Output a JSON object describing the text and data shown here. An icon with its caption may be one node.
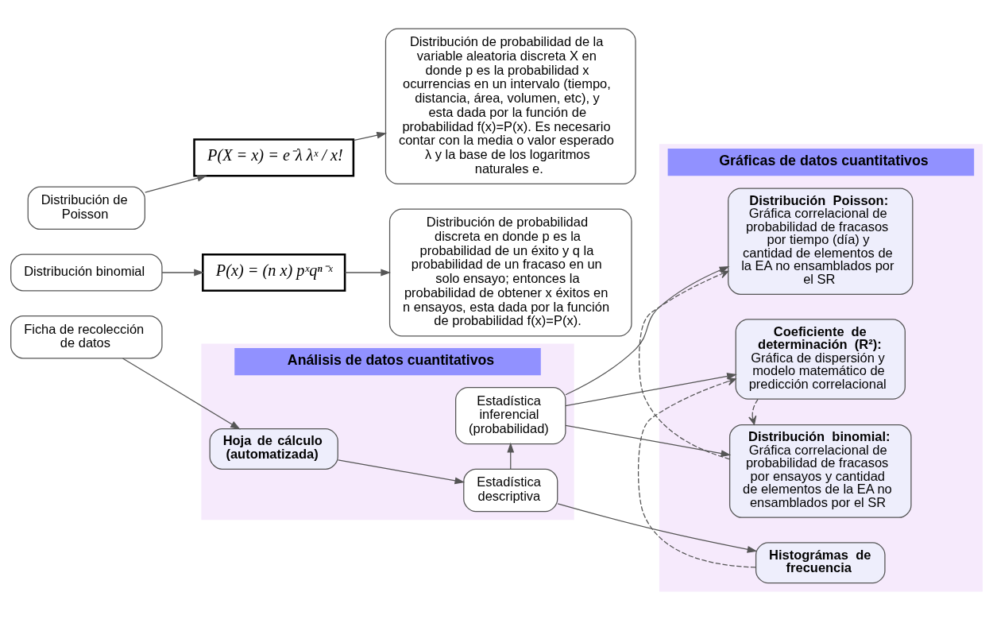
{
  "diagram": {
    "nodes": [
      {
        "text": [
          "Ficha de recolección de datos"
        ]
      },
      {
        "text": [
          "Análisis de datos cuantitativos"
        ]
      },
      {
        "text": [
          "Hoja de cálculo (automatizada)"
        ],
        "in": 1
      },
      {
        "text": [
          "Estadística descriptiva"
        ],
        "in": 1
      },
      {
        "text": [
          "Estadística inferencial (probabilidad)"
        ],
        "in": 1
      },
      {
        "text": [
          "Gráficas de datos cuantitativos"
        ]
      },
      {
        "text": [
          "Histográmas de frecuencia"
        ],
        "in": 5
      },
      {
        "text": [
          "Coeficiente de determinación (R²):",
          "Gráfica de dispersión y modelo matemático de predicción correlacional"
        ],
        "in": 5
      },
      {
        "text": [
          "Distribución binomial:",
          "Gráfica correlacional de probabilidad de fracasos por ensayos y cantidad de elementos de la EA no ensamblados por el SR"
        ],
        "in": 5
      },
      {
        "text": [
          "Distribución Poisson:",
          "Gráfica correlacional de probabilidad de fracasos por tiempo (día) y cantidad de elementos de la EA no ensamblados por el SR"
        ],
        "in": 5
      },
      {
        "text": [
          "Distribución binomial"
        ]
      },
      {
        "text": [
          "P(x) = (n x) pˣqⁿ⁻ˣ"
        ]
      },
      {
        "text": [
          "Distribución de probabilidad discreta en donde p es la probabilidad de un éxito y q la probabilidad de un fracaso en un solo ensayo; entonces la probabilidad de obtener x éxitos en n ensayos, esta dada por la función de probabilidad f(x)=P(x)."
        ]
      },
      {
        "text": [
          "Distribución de Poisson"
        ]
      },
      {
        "text": [
          "P(X = x) = e⁻λ λˣ / x!"
        ]
      },
      {
        "text": [
          "Distribución de probabilidad de la variable aleatoria discreta X en donde p es la probabilidad x ocurrencias en un intervalo (tiempo, distancia, área, volumen, etc), y esta dada por la función de probabilidad f(x)=P(x). Es necesario contar con la media o valor esperado λ y la base de los logaritmos naturales e."
        ]
      }
    ],
    "edges": [
      {
        "from": 0,
        "to": 2,
        "arrow": "to"
      },
      {
        "from": 2,
        "to": 3,
        "arrow": "to"
      },
      {
        "from": 3,
        "to": 6,
        "arrow": "to"
      },
      {
        "from": 3,
        "to": 4,
        "arrow": "to"
      },
      {
        "from": 4,
        "to": 7,
        "arrow": "to"
      },
      {
        "from": 4,
        "to": 8,
        "arrow": "to"
      },
      {
        "from": 4,
        "to": 9,
        "arrow": "to"
      },
      {
        "from": 6,
        "to": 7,
        "arrow": "to",
        "style": "dashed"
      },
      {
        "from": 7,
        "to": 8,
        "arrow": "to",
        "style": "dashed"
      },
      {
        "from": 8,
        "to": 9,
        "arrow": "to",
        "style": "dashed"
      },
      {
        "from": 10,
        "to": 11,
        "arrow": "to"
      },
      {
        "from": 11,
        "to": 12,
        "arrow": "to"
      },
      {
        "from": 13,
        "to": 14,
        "arrow": "to"
      },
      {
        "from": 14,
        "to": 15,
        "arrow": "to"
      }
    ]
  }
}
